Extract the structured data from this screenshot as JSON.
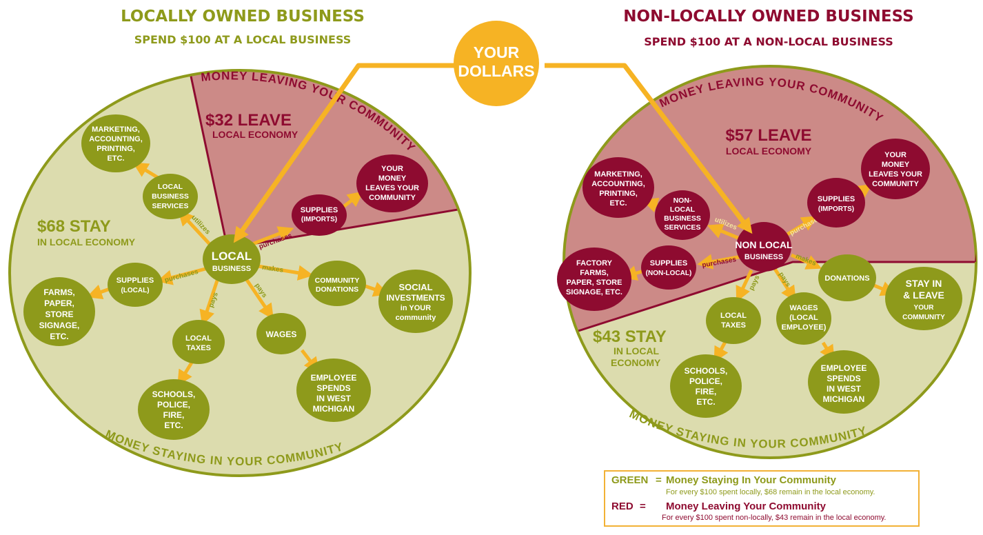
{
  "colors": {
    "green_bg": "#DCDCAE",
    "green_node": "#8E9A1B",
    "green_text": "#8E9A1B",
    "green_border": "#8E9A1B",
    "red_bg": "#CC8A87",
    "red_node": "#8E0B30",
    "red_text": "#8E0B30",
    "gold": "#F6B324",
    "gold_dark": "#E9A21D"
  },
  "left": {
    "title": "LOCALLY OWNED BUSINESS",
    "subtitle": "SPEND $100 AT A LOCAL BUSINESS",
    "leave_amount": "$32 LEAVE",
    "leave_label": "LOCAL ECONOMY",
    "stay_amount": "$68 STAY",
    "stay_label": "IN LOCAL ECONOMY",
    "arc_leaving": "MONEY LEAVING YOUR COMMUNITY",
    "arc_staying": "MONEY STAYING IN YOUR COMMUNITY",
    "center": {
      "line1": "LOCAL",
      "line2": "BUSINESS"
    },
    "nodes": {
      "marketing": [
        "MARKETING,",
        "ACCOUNTING,",
        "PRINTING,",
        "ETC."
      ],
      "services": [
        "LOCAL",
        "BUSINESS",
        "SERVICES"
      ],
      "supplies_imports": [
        "SUPPLIES",
        "(IMPORTS)"
      ],
      "leaves": [
        "YOUR",
        "MONEY",
        "LEAVES YOUR",
        "COMMUNITY"
      ],
      "supplies_local": [
        "SUPPLIES",
        "(LOCAL)"
      ],
      "farms": [
        "FARMS,",
        "PAPER,",
        "STORE",
        "SIGNAGE,",
        "ETC."
      ],
      "taxes": [
        "LOCAL",
        "TAXES"
      ],
      "schools": [
        "SCHOOLS,",
        "POLICE,",
        "FIRE,",
        "ETC."
      ],
      "wages": [
        "WAGES"
      ],
      "employee": [
        "EMPLOYEE",
        "SPENDS",
        "IN WEST",
        "MICHIGAN"
      ],
      "donations": [
        "COMMUNITY",
        "DONATIONS"
      ],
      "social": [
        "SOCIAL",
        "INVESTMENTS",
        "in YOUR",
        "community"
      ]
    },
    "edges": {
      "utilizes": "utilizes",
      "purchases_imports": "purchases",
      "purchases_local": "purchases",
      "pays_taxes": "pays",
      "pays_wages": "pays",
      "makes": "makes"
    }
  },
  "right": {
    "title": "NON-LOCALLY OWNED BUSINESS",
    "subtitle": "SPEND $100 AT A NON-LOCAL BUSINESS",
    "leave_amount": "$57 LEAVE",
    "leave_label": "LOCAL ECONOMY",
    "stay_amount": "$43 STAY",
    "stay_label1": "IN LOCAL",
    "stay_label2": "ECONOMY",
    "arc_leaving": "MONEY LEAVING YOUR COMMUNITY",
    "arc_staying": "MONEY STAYING IN YOUR COMMUNITY",
    "center": {
      "line1": "NON LOCAL",
      "line2": "BUSINESS"
    },
    "nodes": {
      "marketing": [
        "MARKETING,",
        "ACCOUNTING,",
        "PRINTING,",
        "ETC."
      ],
      "services": [
        "NON-",
        "LOCAL",
        "BUSINESS",
        "SERVICES"
      ],
      "supplies_imports": [
        "SUPPLIES",
        "(IMPORTS)"
      ],
      "leaves": [
        "YOUR",
        "MONEY",
        "LEAVES YOUR",
        "COMMUNITY"
      ],
      "supplies_nonlocal": [
        "SUPPLIES",
        "(NON-LOCAL)"
      ],
      "factory": [
        "FACTORY",
        "FARMS,",
        "PAPER, STORE",
        "SIGNAGE, ETC."
      ],
      "taxes": [
        "LOCAL",
        "TAXES"
      ],
      "schools": [
        "SCHOOLS,",
        "POLICE,",
        "FIRE,",
        "ETC."
      ],
      "wages": [
        "WAGES",
        "(LOCAL",
        "EMPLOYEE)"
      ],
      "employee": [
        "EMPLOYEE",
        "SPENDS",
        "IN WEST",
        "MICHIGAN"
      ],
      "donations": [
        "DONATIONS"
      ],
      "stay_leave": [
        "STAY IN",
        "& LEAVE",
        "YOUR",
        "COMMUNITY"
      ]
    },
    "edges": {
      "utilizes": "utilizes",
      "purchases_imports": "purchases",
      "purchases_nonlocal": "purchases",
      "pays_taxes": "pays",
      "pays_wages": "pays",
      "makes": "makes"
    }
  },
  "your_dollars": [
    "YOUR",
    "DOLLARS"
  ],
  "legend": {
    "green_key": "GREEN",
    "green_eq": "=",
    "green_title": "Money Staying In Your Community",
    "green_note": "For every $100 spent locally, $68 remain in the local economy.",
    "red_key": "RED",
    "red_eq": "=",
    "red_title": "Money Leaving Your Community",
    "red_note": "For every $100 spent non-locally, $43 remain in the local economy."
  }
}
